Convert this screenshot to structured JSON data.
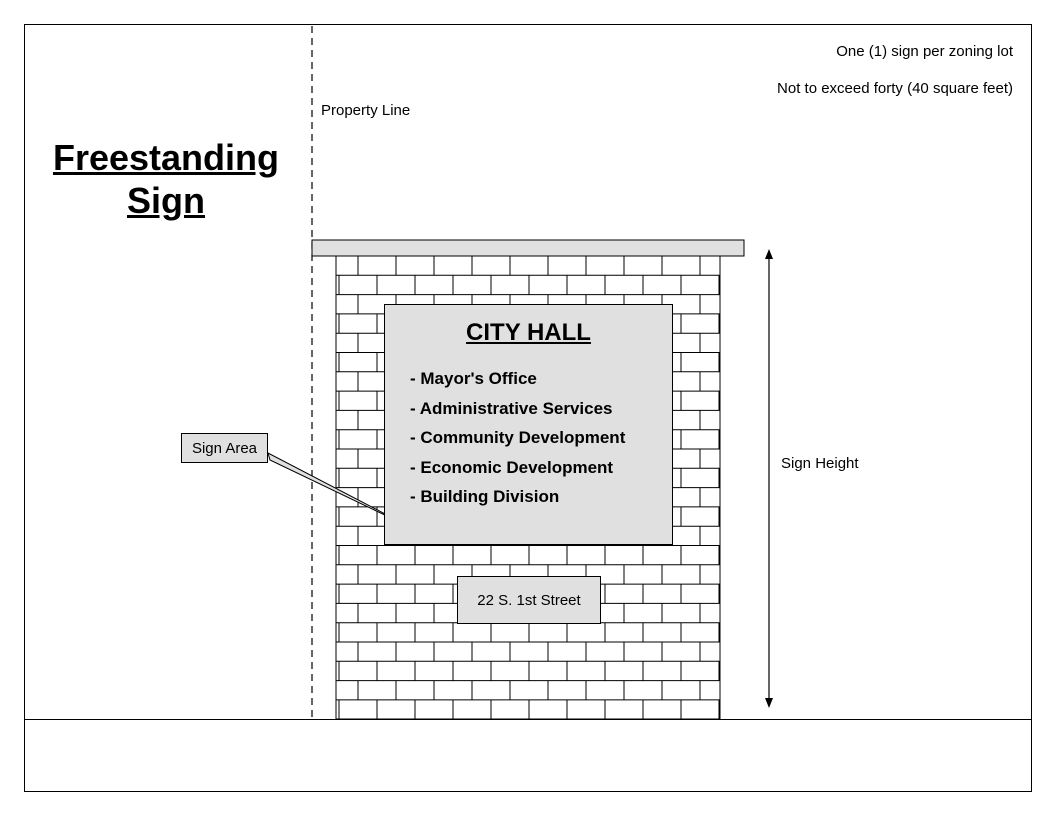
{
  "heading": {
    "line1": "Freestanding",
    "line2": "Sign"
  },
  "notes": {
    "line1": "One (1) sign per zoning lot",
    "line2": "Not to exceed forty (40 square feet)"
  },
  "property_line_label": "Property Line",
  "sign_height_label": "Sign Height",
  "sign_area_label": "Sign Area",
  "sign_panel": {
    "title": "CITY HALL",
    "items": [
      "- Mayor's Office",
      "- Administrative Services",
      "- Community Development",
      "- Economic Development",
      "- Building Division"
    ]
  },
  "address_plaque": "22 S. 1st Street",
  "colors": {
    "panel_fill": "#e0e0e0",
    "brick_fill": "#ffffff",
    "line": "#000000"
  }
}
